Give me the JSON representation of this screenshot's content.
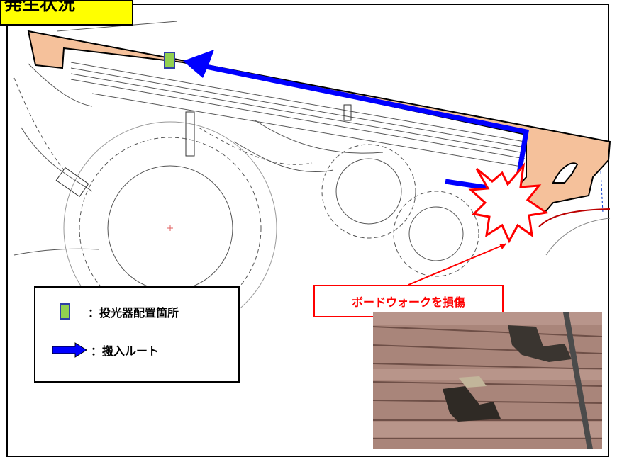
{
  "title": "発生状況",
  "legend": {
    "projector_label": "：投光器配置箇所",
    "route_label": "：搬入ルート"
  },
  "callout": {
    "damage_label": "ボードウォークを損傷"
  },
  "colors": {
    "title_bg": "#ffff00",
    "boardwalk_fill": "#f5c19b",
    "route_arrow": "#0000ff",
    "projector_fill": "#92d050",
    "callout_red": "#ff0000"
  },
  "icons": [
    "projector-marker-icon",
    "route-arrow-icon",
    "damage-burst-icon"
  ]
}
